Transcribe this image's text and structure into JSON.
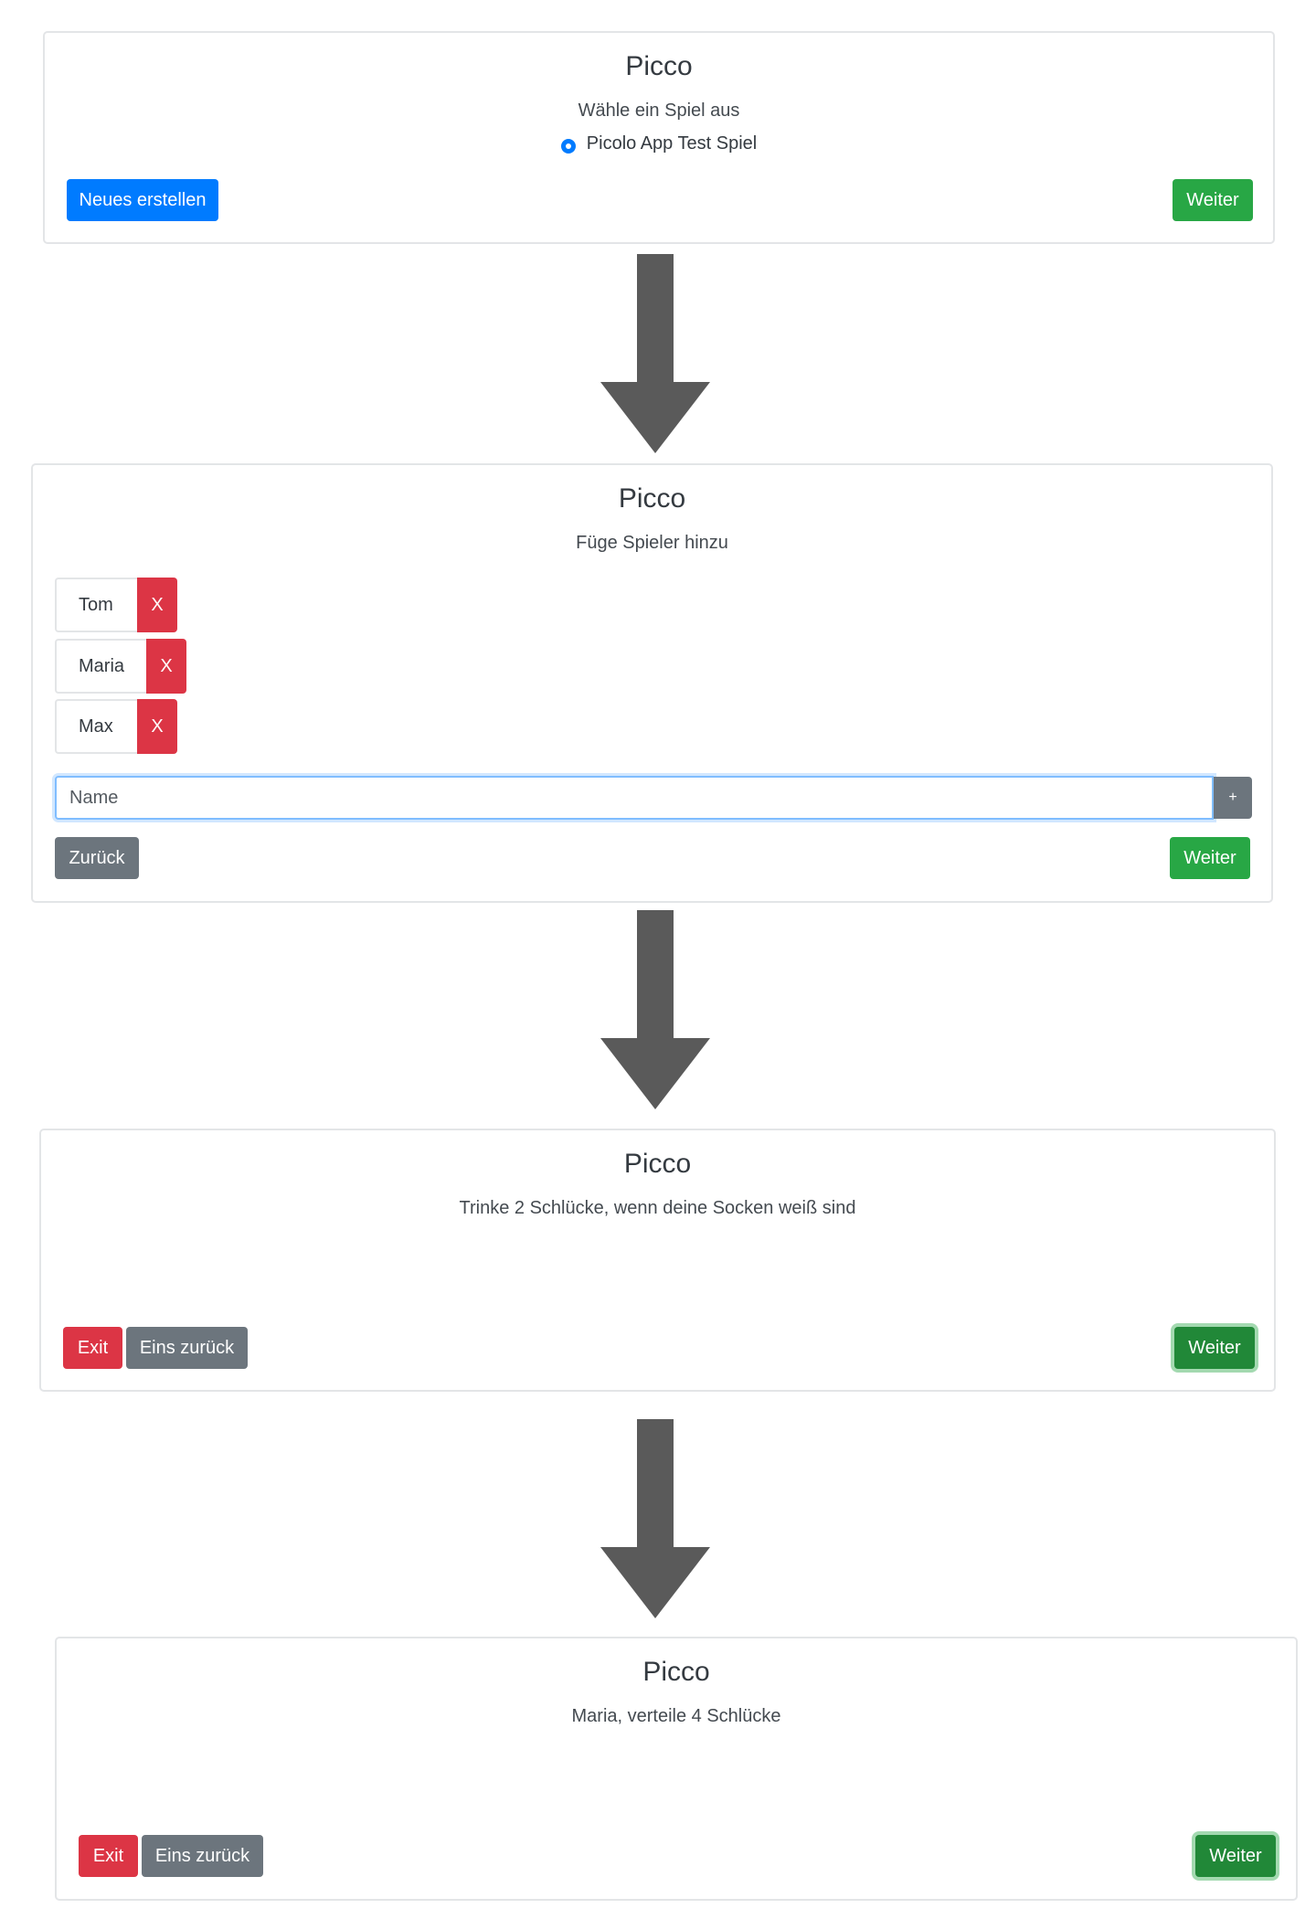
{
  "screens": [
    {
      "title": "Picco",
      "subtitle": "Wähle ein Spiel aus",
      "game_option": "Picolo App Test Spiel",
      "new_button": "Neues erstellen",
      "next_button": "Weiter"
    },
    {
      "title": "Picco",
      "subtitle": "Füge Spieler hinzu",
      "players": [
        "Tom",
        "Maria",
        "Max"
      ],
      "remove_label": "X",
      "name_placeholder": "Name",
      "add_label": "+",
      "back_button": "Zurück",
      "next_button": "Weiter"
    },
    {
      "title": "Picco",
      "message": "Trinke 2 Schlücke, wenn deine Socken weiß sind",
      "exit_button": "Exit",
      "back_button": "Eins zurück",
      "next_button": "Weiter"
    },
    {
      "title": "Picco",
      "message": "Maria, verteile 4 Schlücke",
      "exit_button": "Exit",
      "back_button": "Eins zurück",
      "next_button": "Weiter"
    }
  ],
  "icons": {
    "flow_arrow": "arrow-down-icon",
    "radio": "radio-selected-icon"
  },
  "colors": {
    "primary": "#007bff",
    "success": "#28a745",
    "secondary": "#6c757d",
    "danger": "#dc3545",
    "arrow": "#5a5a5a"
  }
}
